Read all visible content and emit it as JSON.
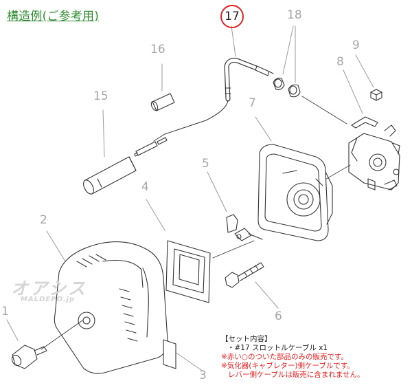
{
  "title": "構造例(ご参考用)",
  "highlighted_part": "17",
  "part_numbers": [
    "1",
    "2",
    "3",
    "4",
    "5",
    "6",
    "7",
    "8",
    "9",
    "15",
    "16",
    "18"
  ],
  "watermark": {
    "main": "オアシス",
    "sub": "MALDEPO.jp"
  },
  "notes": {
    "header": "【セット内容】",
    "item": "・#17 スロットルケーブル x1",
    "warn1": "※赤い○のついた部品のみの販売です。",
    "warn2": "※気化器(キャブレター)側ケーブルです。",
    "warn3": "レバー側ケーブルは販売に含まれません。"
  },
  "colors": {
    "title": "#2e8b2e",
    "highlight": "#e02020",
    "warning": "#e21b1b",
    "part_label": "#a6a6a6"
  }
}
